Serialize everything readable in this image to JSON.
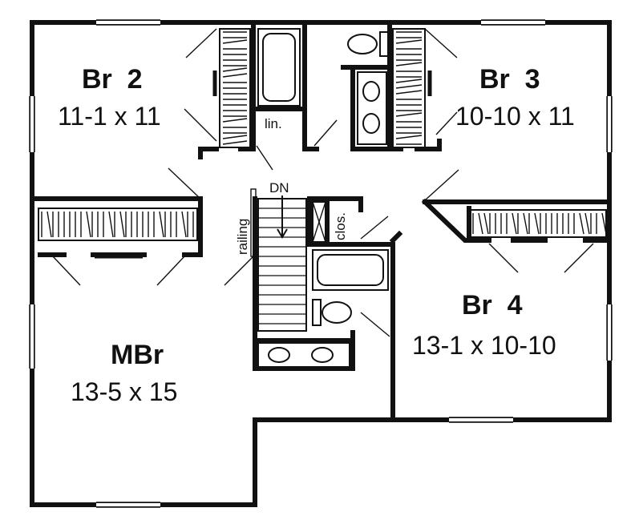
{
  "rooms": {
    "br2": {
      "name": "Br  2",
      "dims": "11-1 x 11"
    },
    "br3": {
      "name": "Br  3",
      "dims": "10-10 x 11"
    },
    "br4": {
      "name": "Br  4",
      "dims": "13-1 x 10-10"
    },
    "mbr": {
      "name": "MBr",
      "dims": "13-5 x 15"
    }
  },
  "labels": {
    "linen": "lin.",
    "closet": "clos.",
    "stairs_down": "DN",
    "railing": "railing"
  }
}
